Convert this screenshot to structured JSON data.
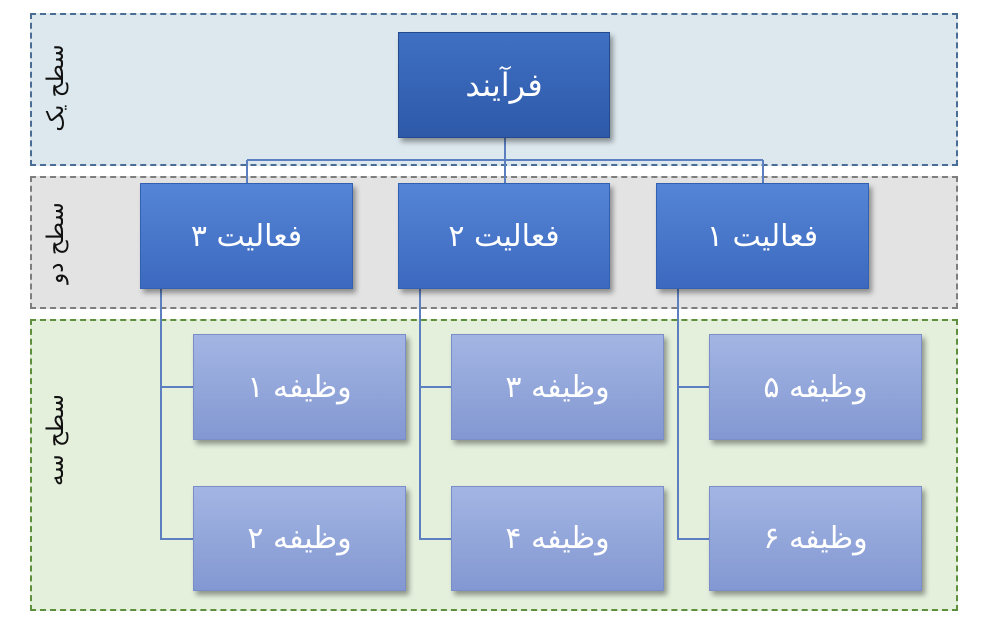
{
  "levels": {
    "one": "سطح یک",
    "two": "سطح دو",
    "three": "سطح سه"
  },
  "process": "فرآیند",
  "activities": {
    "a1": "فعالیت ۱",
    "a2": "فعالیت  ۲",
    "a3": "فعالیت ۳"
  },
  "tasks": {
    "t1": "وظیفه ۱",
    "t2": "وظیفه ۲",
    "t3": "وظیفه ۳",
    "t4": "وظیفه ۴",
    "t5": "وظیفه ۵",
    "t6": "وظیفه ۶"
  },
  "colors": {
    "connector": "#5b7fbf",
    "level_one_bg": "#dce8ee",
    "level_two_bg": "#e3e3e3",
    "level_three_bg": "#e4efdc",
    "process_box": "#2f5aa8",
    "activity_box": "#4673c6",
    "task_box": "#90a5da"
  }
}
